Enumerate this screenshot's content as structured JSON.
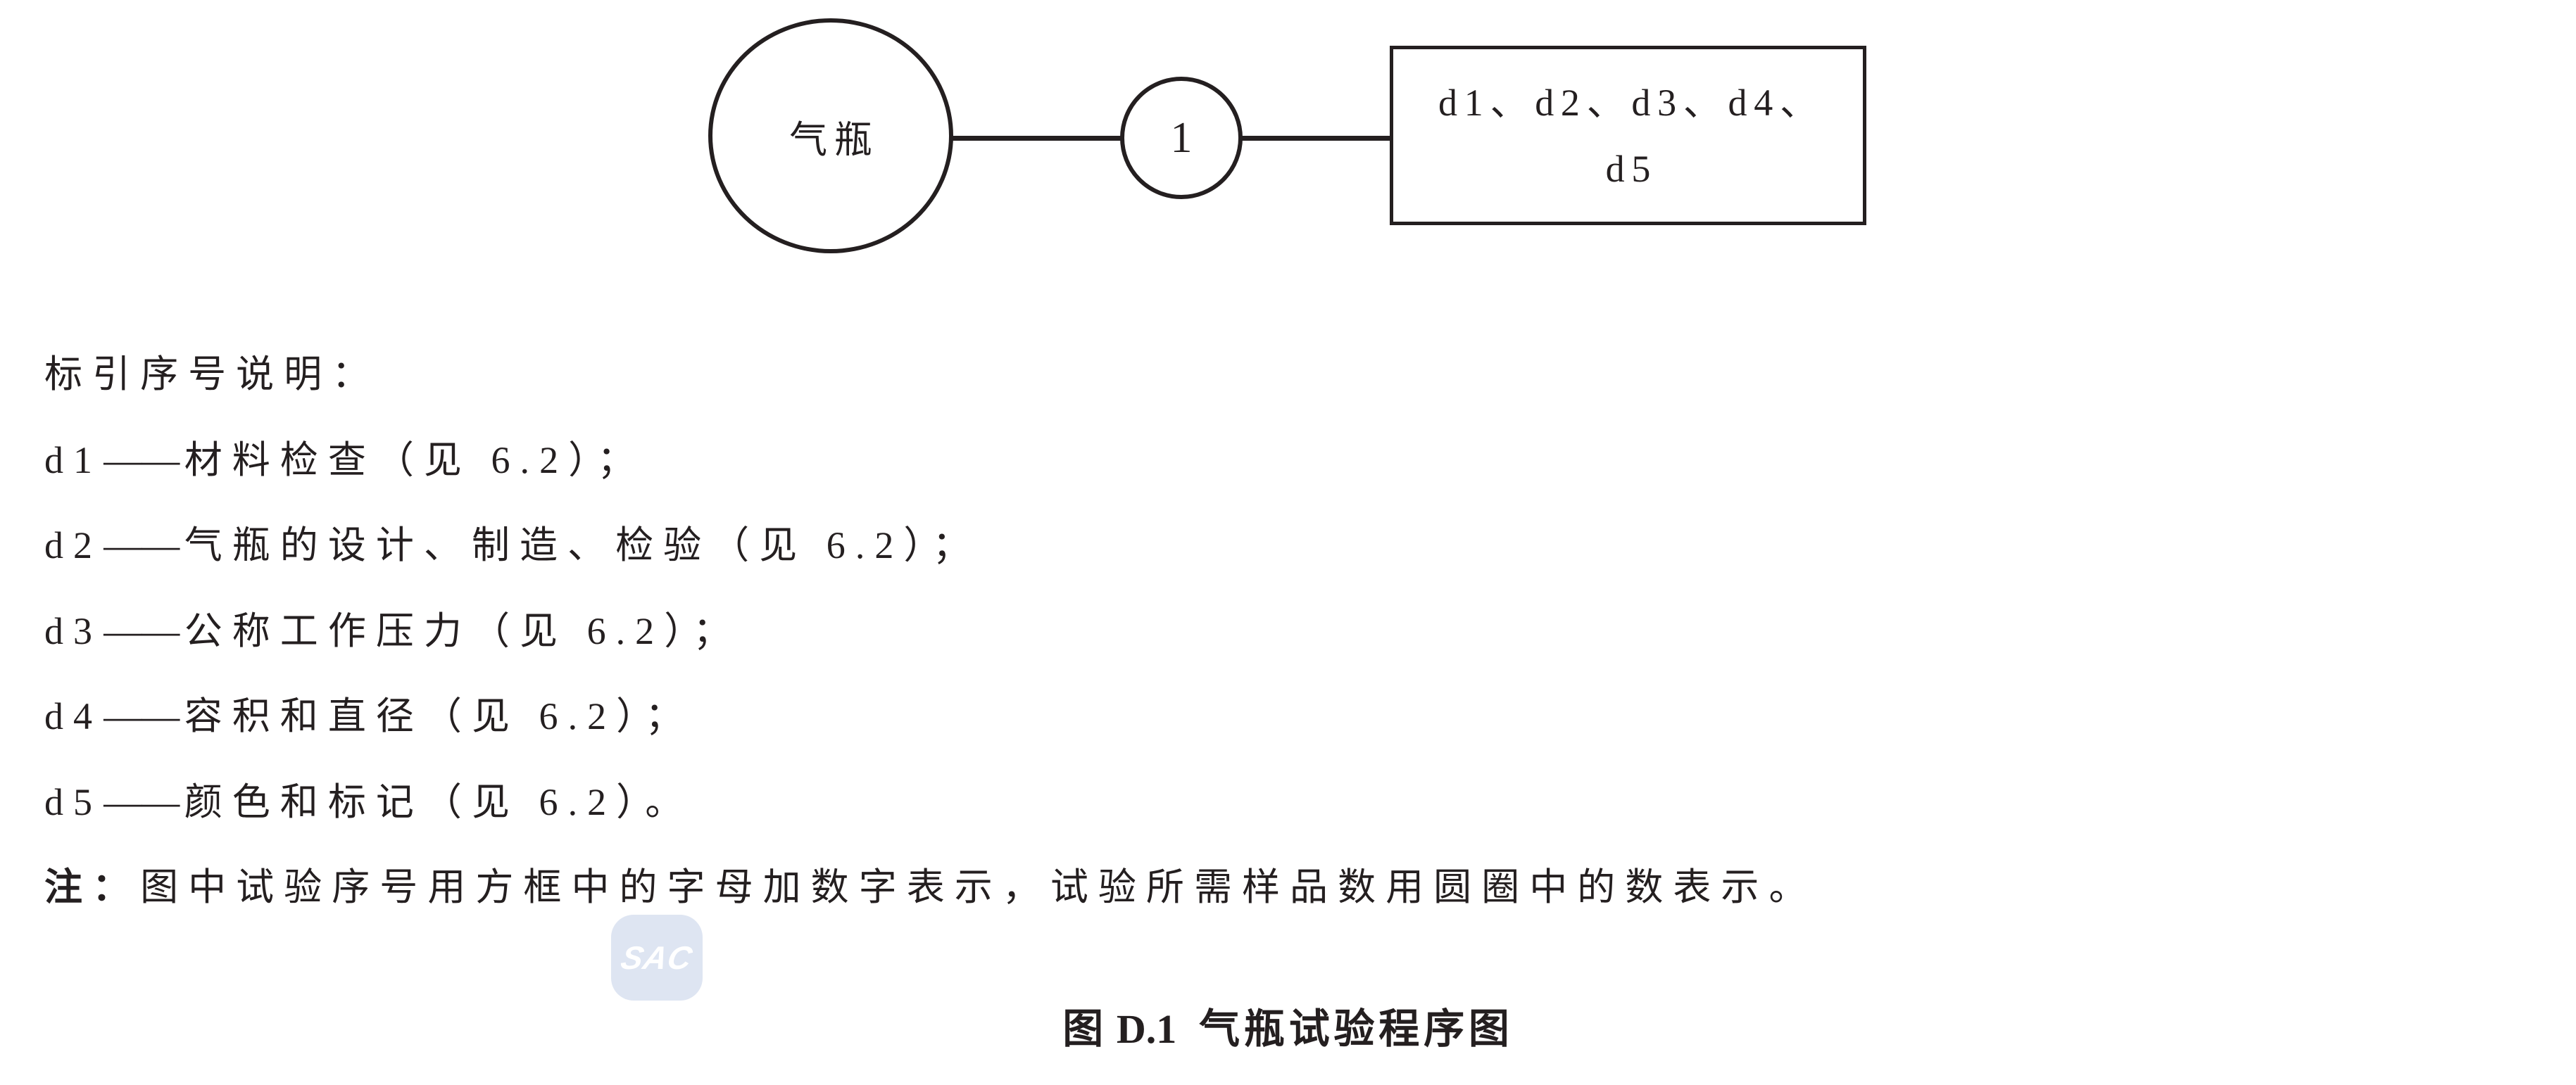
{
  "diagram": {
    "cylinder_label": "气瓶",
    "sample_count": "1",
    "box_line1": "d1、d2、d3、d4、",
    "box_line2": "d5"
  },
  "legend": {
    "heading": "标引序号说明：",
    "items": [
      {
        "id": "d1",
        "dash": "——",
        "text": "材料检查（见 6.2）；"
      },
      {
        "id": "d2",
        "dash": "——",
        "text": "气瓶的设计、制造、检验（见 6.2）；"
      },
      {
        "id": "d3",
        "dash": "——",
        "text": "公称工作压力（见 6.2）；"
      },
      {
        "id": "d4",
        "dash": "——",
        "text": "容积和直径（见 6.2）；"
      },
      {
        "id": "d5",
        "dash": "——",
        "text": "颜色和标记（见 6.2）。"
      }
    ]
  },
  "note": {
    "label": "注：",
    "text": "图中试验序号用方框中的字母加数字表示，试验所需样品数用圆圈中的数表示。"
  },
  "caption": {
    "prefix": "图",
    "number": "D.1",
    "title": "气瓶试验程序图"
  },
  "watermark": {
    "text": "SAC",
    "bg_color": "#dee5f2",
    "text_color": "#ffffff"
  },
  "colors": {
    "ink": "#241f20",
    "page": "#ffffff"
  }
}
